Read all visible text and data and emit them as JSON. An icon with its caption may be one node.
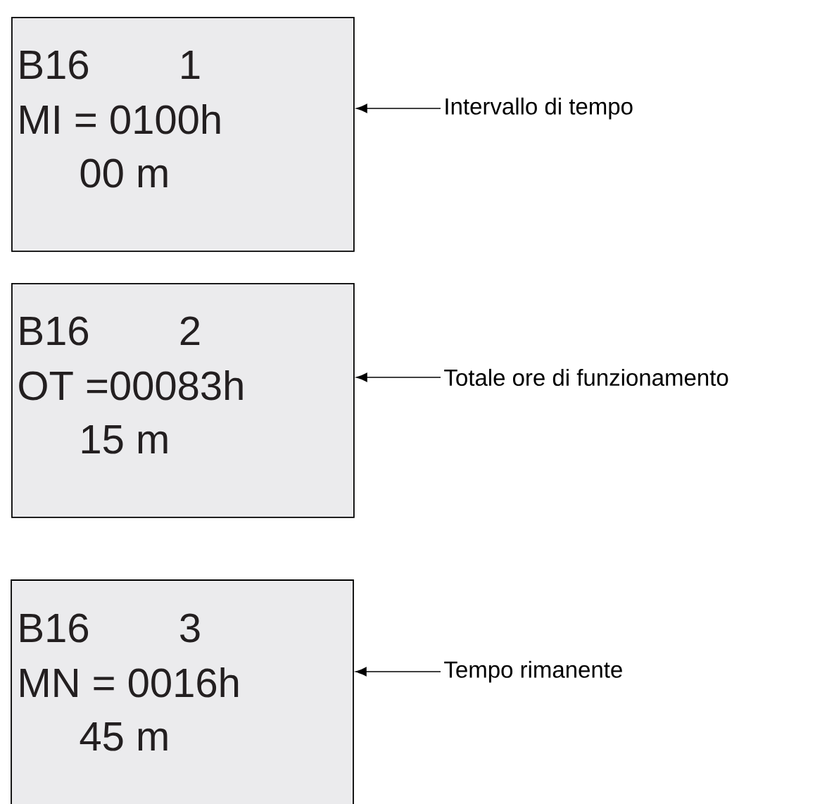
{
  "diagram": {
    "nodes": [
      {
        "text": [
          "B16",
          "1",
          "MI = 0100h",
          "00 m"
        ]
      },
      {
        "text": [
          "Intervallo di tempo"
        ]
      },
      {
        "text": [
          "B16",
          "2",
          "OT =00083h",
          "15 m"
        ]
      },
      {
        "text": [
          "Totale ore di funzionamento"
        ]
      },
      {
        "text": [
          "B16",
          "3",
          "MN = 0016h",
          "45 m"
        ]
      },
      {
        "text": [
          "Tempo rimanente"
        ]
      }
    ],
    "edges": [
      {
        "from": 1,
        "to": 0,
        "arrow": "to"
      },
      {
        "from": 3,
        "to": 2,
        "arrow": "to"
      },
      {
        "from": 5,
        "to": 4,
        "arrow": "to"
      }
    ]
  }
}
